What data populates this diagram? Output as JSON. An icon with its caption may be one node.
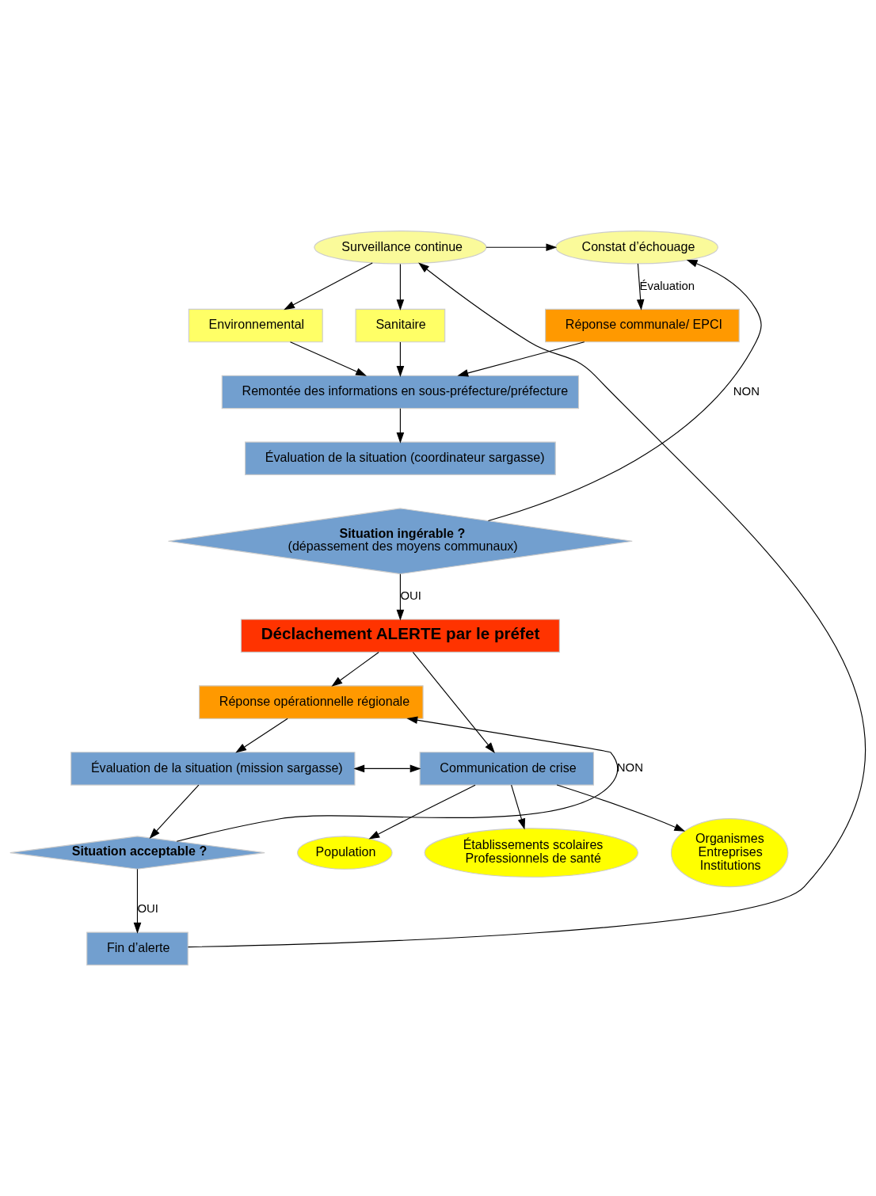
{
  "diagram": {
    "nodes": [
      {
        "text": [
          "Surveillance continue"
        ]
      },
      {
        "text": [
          "Constat d’échouage"
        ]
      },
      {
        "text": [
          "Environnemental"
        ]
      },
      {
        "text": [
          "Sanitaire"
        ]
      },
      {
        "text": [
          "Réponse communale/ EPCI"
        ]
      },
      {
        "text": [
          "Remontée des informations en sous-préfecture/préfecture"
        ]
      },
      {
        "text": [
          "Évaluation de la situation (coordinateur sargasse)"
        ]
      },
      {
        "text": [
          "Situation ingérable ?",
          "(dépassement des moyens communaux)"
        ]
      },
      {
        "text": [
          "Déclachement ALERTE par le préfet"
        ]
      },
      {
        "text": [
          "Réponse opérationnelle régionale"
        ]
      },
      {
        "text": [
          "Évaluation de la situation (mission sargasse)"
        ]
      },
      {
        "text": [
          "Communication de crise"
        ]
      },
      {
        "text": [
          "Situation acceptable ?"
        ]
      },
      {
        "text": [
          "Fin d’alerte"
        ]
      },
      {
        "text": [
          "Population"
        ]
      },
      {
        "text": [
          "Établissements scolaires",
          "Professionnels de santé"
        ]
      },
      {
        "text": [
          "Organismes",
          "Entreprises",
          "Institutions"
        ]
      }
    ],
    "edges": [
      {
        "from": 0,
        "to": 1,
        "arrow": "to"
      },
      {
        "from": 0,
        "to": 2,
        "arrow": "to"
      },
      {
        "from": 0,
        "to": 3,
        "arrow": "to"
      },
      {
        "from": 1,
        "to": 4,
        "arrow": "to",
        "label": "Évaluation"
      },
      {
        "from": 2,
        "to": 5,
        "arrow": "to"
      },
      {
        "from": 3,
        "to": 5,
        "arrow": "to"
      },
      {
        "from": 4,
        "to": 5,
        "arrow": "to"
      },
      {
        "from": 5,
        "to": 6,
        "arrow": "to"
      },
      {
        "from": 7,
        "to": 1,
        "arrow": "to",
        "label": "NON"
      },
      {
        "from": 7,
        "to": 8,
        "arrow": "to",
        "label": "OUI"
      },
      {
        "from": 8,
        "to": 9,
        "arrow": "to"
      },
      {
        "from": 8,
        "to": 11,
        "arrow": "to"
      },
      {
        "from": 9,
        "to": 10,
        "arrow": "to"
      },
      {
        "from": 10,
        "to": 11,
        "arrow": "both"
      },
      {
        "from": 10,
        "to": 12,
        "arrow": "to"
      },
      {
        "from": 12,
        "to": 9,
        "arrow": "to",
        "label": "NON"
      },
      {
        "from": 12,
        "to": 13,
        "arrow": "to",
        "label": "OUI"
      },
      {
        "from": 13,
        "to": 0,
        "arrow": "to"
      },
      {
        "from": 11,
        "to": 14,
        "arrow": "to"
      },
      {
        "from": 11,
        "to": 16,
        "arrow": "to"
      },
      {
        "from": 11,
        "to": 15,
        "arrow": "to"
      }
    ]
  }
}
